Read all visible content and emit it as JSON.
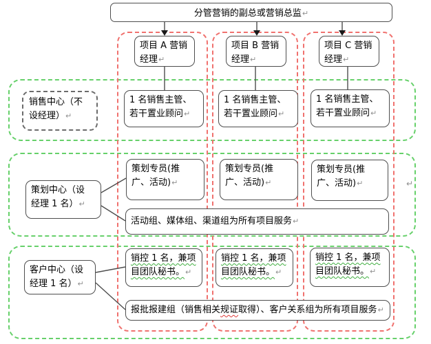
{
  "title": {
    "text": "分管营销的副总或营销总监",
    "mark": "↵"
  },
  "managers": [
    {
      "text": "项目 A 营销\n经理",
      "mark": "↵"
    },
    {
      "text": "项目 B 营销\n经理",
      "mark": "↵"
    },
    {
      "text": "项目 C 营销\n经理",
      "mark": "↵"
    }
  ],
  "sales_row": {
    "label": {
      "text": "销售中心（不\n设经理）",
      "mark": "↵"
    },
    "cells": [
      {
        "text": "1 名销售主管、\n若干置业顾问",
        "mark": "↵"
      },
      {
        "text": "1 名销售主管、\n若干置业顾问",
        "mark": "↵"
      },
      {
        "text": "1 名销售主管、\n若干置业顾问",
        "mark": "↵"
      }
    ]
  },
  "planning_row": {
    "label": {
      "text": "策划中心（设\n经理 1 名）",
      "mark": "↵"
    },
    "cells": [
      {
        "text": "策划专员(推\n广、活动)",
        "mark": "↵"
      },
      {
        "text": "策划专员(推\n广、活动)",
        "mark": "↵"
      },
      {
        "text": "策划专员(推\n广、活动)",
        "mark": "↵"
      }
    ],
    "service_note": {
      "text": "活动组、媒体组、渠道组为所有项目服务",
      "mark": "↵"
    }
  },
  "customer_row": {
    "label": {
      "text": "客户中心（设\n经理 1 名）",
      "mark": "↵"
    },
    "cells": [
      {
        "text": "销控 1 名，兼项\n目团队秘书。",
        "mark": "↵"
      },
      {
        "text": "销控 1 名，兼项\n目团队秘书。",
        "mark": "↵"
      },
      {
        "text": "销控 1 名，兼项\n目团队秘书。",
        "mark": "↵"
      }
    ],
    "service_note": {
      "pre": "报批报建组（销售相关",
      "misspell": "规证",
      "post": "取得）、客户关系组为所有项目服务",
      "mark": "↵"
    }
  },
  "floating_mark": "↵",
  "colors": {
    "column_outline": "#f0716e",
    "row_outline": "#66d06a",
    "label_outline": "#6b6b6b",
    "box_border": "#4d4d4d"
  }
}
